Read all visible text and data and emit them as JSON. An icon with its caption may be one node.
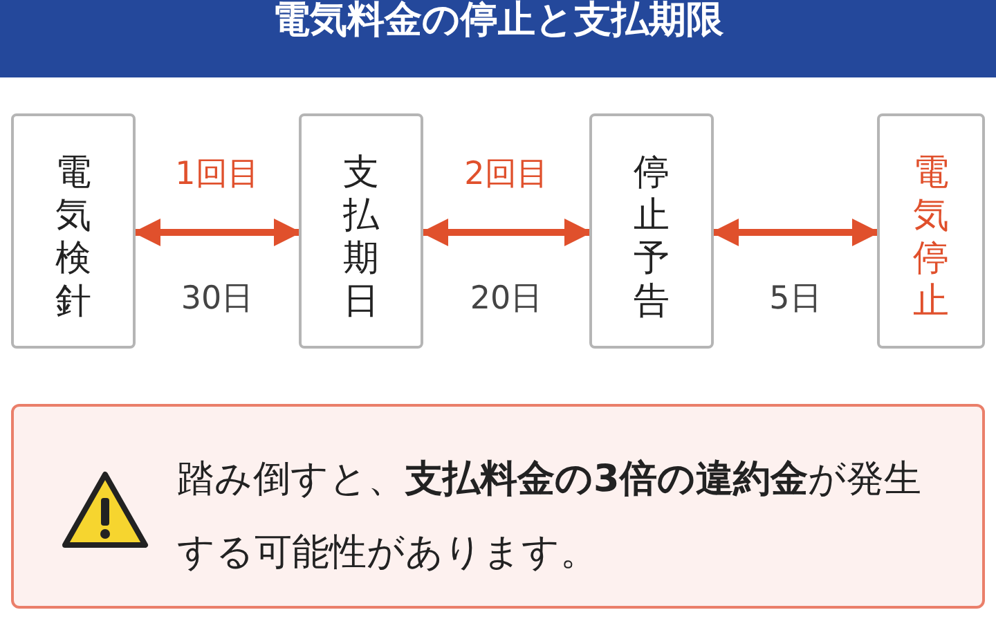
{
  "diagram": {
    "title": "電気料金の停止と支払期限",
    "nodes": [
      {
        "text": [
          "電気検針"
        ]
      },
      {
        "text": [
          "支払期日"
        ]
      },
      {
        "text": [
          "停止予告"
        ]
      },
      {
        "text": [
          "電気停止"
        ]
      },
      {
        "text": [
          "踏み倒すと、**支払料金の3倍の違約金**が発生する可能性があります。"
        ]
      }
    ],
    "edges": [
      {
        "from": 0,
        "to": 1,
        "arrow": "both",
        "label": "1回目"
      },
      {
        "from": 1,
        "to": 2,
        "arrow": "both",
        "label": "2回目"
      },
      {
        "from": 2,
        "to": 3,
        "arrow": "both",
        "label": "5日"
      }
    ],
    "labels": [
      "30日",
      "20日"
    ]
  }
}
